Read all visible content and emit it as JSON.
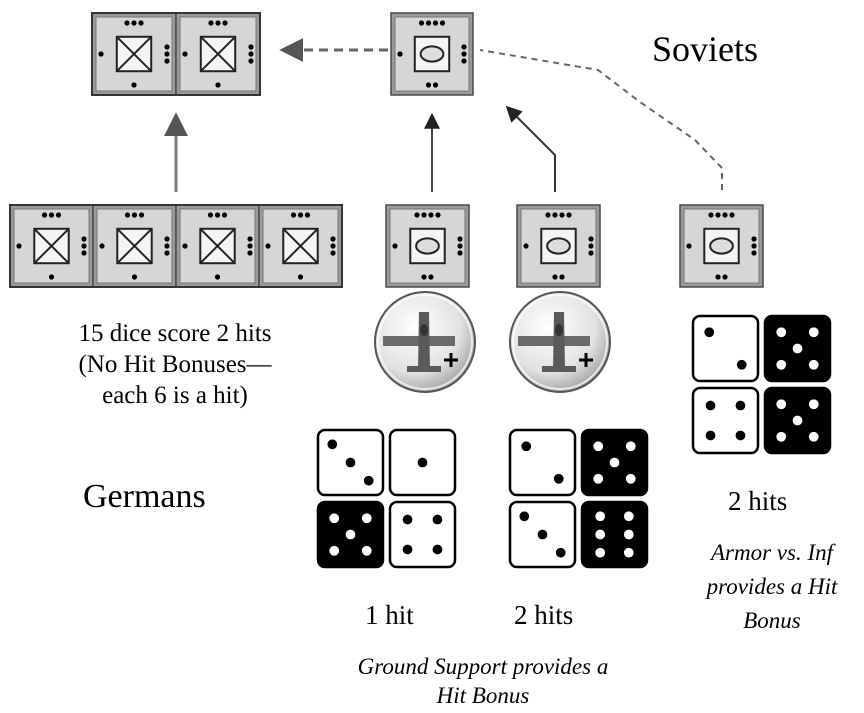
{
  "labels": {
    "soviets": "Soviets",
    "germans": "Germans",
    "infantry_note": [
      "15 dice score 2 hits",
      "(No Hit Bonuses—",
      "each 6 is a hit)"
    ],
    "col1_result": "1 hit",
    "col2_result": "2 hits",
    "col3_result": "2 hits",
    "ground_support_note": [
      "Ground Support provides a",
      "Hit Bonus"
    ],
    "armor_note": [
      "Armor vs. Inf",
      "provides a Hit",
      "Bonus"
    ]
  },
  "counters": {
    "soviet_infantry": 2,
    "soviet_armor": 1,
    "german_infantry": 4,
    "german_armor": 3
  },
  "icons": {
    "infantry": "infantry-x-icon",
    "armor": "armor-oval-icon",
    "aircraft": "aircraft-plus-icon"
  },
  "dice": {
    "col1": [
      {
        "value": 3,
        "color": "white"
      },
      {
        "value": 1,
        "color": "white"
      },
      {
        "value": 5,
        "color": "black"
      },
      {
        "value": 4,
        "color": "white"
      }
    ],
    "col2": [
      {
        "value": 2,
        "color": "white"
      },
      {
        "value": 5,
        "color": "black"
      },
      {
        "value": 3,
        "color": "white"
      },
      {
        "value": 6,
        "color": "black"
      }
    ],
    "col3": [
      {
        "value": 2,
        "color": "white"
      },
      {
        "value": 5,
        "color": "black"
      },
      {
        "value": 4,
        "color": "white"
      },
      {
        "value": 5,
        "color": "black"
      }
    ]
  },
  "colors": {
    "counter_frame": "#9a9a9a",
    "counter_face": "#d6d6d6",
    "arrow": "#777777",
    "die_black": "#000000",
    "die_white": "#ffffff"
  }
}
